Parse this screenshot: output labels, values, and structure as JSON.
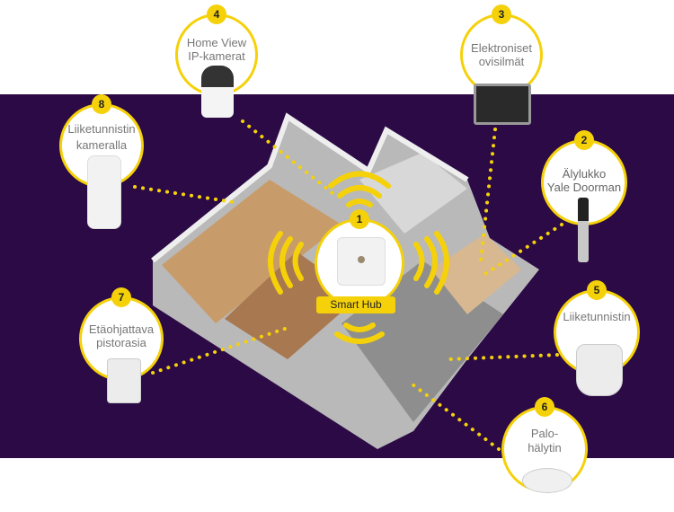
{
  "hub": {
    "number": "1",
    "label": "Smart Hub"
  },
  "devices": [
    {
      "number": "2",
      "label_lines": [
        "Älylukko",
        "Yale Doorman"
      ],
      "icon": "smart-lock"
    },
    {
      "number": "3",
      "label_lines": [
        "Elektroniset",
        "ovisilmät"
      ],
      "icon": "door-viewer"
    },
    {
      "number": "4",
      "label_lines": [
        "Home View",
        "IP-kamerat"
      ],
      "icon": "ip-camera"
    },
    {
      "number": "5",
      "label_lines": [
        "Liiketunnistin",
        ""
      ],
      "icon": "motion-sensor"
    },
    {
      "number": "6",
      "label_lines": [
        "Palo-",
        "hälytin"
      ],
      "icon": "smoke-detector"
    },
    {
      "number": "7",
      "label_lines": [
        "Etäohjattava",
        "pistorasia"
      ],
      "icon": "smart-plug"
    },
    {
      "number": "8",
      "label_lines": [
        "Liiketunnistin",
        "kameralla"
      ],
      "icon": "motion-sensor-camera"
    }
  ],
  "colors": {
    "accent": "#f5d10a",
    "background_band": "#2b0a45"
  }
}
